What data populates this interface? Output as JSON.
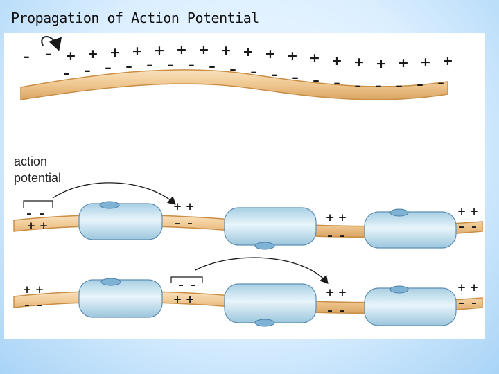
{
  "slide": {
    "title": "Propagation of Action Potential"
  },
  "unmyelinated_axon": {
    "top_row_signs": [
      "–",
      "–",
      "+",
      "+",
      "+",
      "+",
      "+",
      "+",
      "+",
      "+",
      "+",
      "+",
      "+",
      "+",
      "+",
      "+",
      "+",
      "+",
      "+",
      "+"
    ],
    "bottom_row_signs": [
      "–",
      "–",
      "–",
      "–",
      "–",
      "–",
      "–",
      "–",
      "–",
      "–",
      "–",
      "–",
      "–",
      "–",
      "–",
      "–",
      "–",
      "–",
      "–"
    ]
  },
  "myelinated_axon": {
    "action_potential_label": [
      "action",
      "potential"
    ],
    "upper": {
      "bracket_signs": [
        "–",
        "–"
      ],
      "outside_bottom_left": [
        "+",
        "+"
      ],
      "node1_top": [
        "+",
        "+"
      ],
      "node1_bottom": [
        "–",
        "–"
      ],
      "node2_top": [
        "+",
        "+"
      ],
      "node2_bottom": [
        "–",
        "–"
      ],
      "node3_top": [
        "+",
        "+"
      ],
      "node3_bottom": [
        "–",
        "–"
      ]
    },
    "lower": {
      "left_top": [
        "+",
        "+"
      ],
      "left_bottom": [
        "–",
        "–"
      ],
      "bracket_signs": [
        "–",
        "–"
      ],
      "node1_bottom": [
        "+",
        "+"
      ],
      "node2_top": [
        "+",
        "+"
      ],
      "node2_bottom": [
        "–",
        "–"
      ],
      "node3_top": [
        "+",
        "+"
      ],
      "node3_bottom": [
        "–",
        "–"
      ]
    }
  },
  "colors": {
    "axon": "#efc790",
    "axon_edge": "#c98e45",
    "myelin": "#c3e2ef",
    "myelin_edge": "#5d8fb4",
    "nucleus": "#7fb3d6",
    "arrow": "#1a1a1a"
  }
}
